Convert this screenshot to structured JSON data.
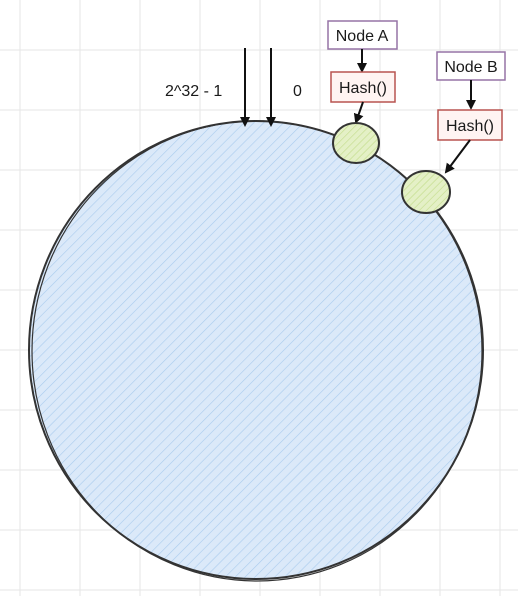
{
  "ring": {
    "label_max": "2^32 - 1",
    "label_zero": "0"
  },
  "node_a": {
    "label": "Node A",
    "hash_label": "Hash()"
  },
  "node_b": {
    "label": "Node B",
    "hash_label": "Hash()"
  },
  "colors": {
    "ring_fill": "#dbe9f9",
    "ring_hatch": "#a9cbee",
    "ring_stroke": "#333333",
    "grid": "#e6e6e6",
    "node_box_stroke": "#9673a6",
    "hash_box_stroke": "#b85450",
    "hash_box_fill": "#fff4f2",
    "point_fill": "#d7e8b0",
    "point_stroke": "#333333"
  },
  "icons": {
    "arrow": "arrow-down-icon"
  }
}
